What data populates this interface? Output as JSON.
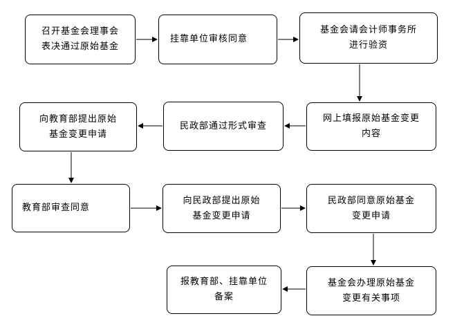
{
  "flowchart": {
    "steps": [
      {
        "id": "s1",
        "text": "召开基金会理事会\n表决通过原始基金"
      },
      {
        "id": "s2",
        "text": "挂靠单位审核同意"
      },
      {
        "id": "s3",
        "text": "基金会请会计师事务所\n进行验资"
      },
      {
        "id": "s4",
        "text": "网上填报原始基金变更\n内容"
      },
      {
        "id": "s5",
        "text": "民政部通过形式审查"
      },
      {
        "id": "s6",
        "text": "向教育部提出原始\n基金变更申请"
      },
      {
        "id": "s7",
        "text": "教育部审查同意"
      },
      {
        "id": "s8",
        "text": "向民政部提出原始\n基金变更申请"
      },
      {
        "id": "s9",
        "text": "民政部同意原始基金\n变更申请"
      },
      {
        "id": "s10",
        "text": "基金会办理原始基金\n变更有关事项"
      },
      {
        "id": "s11",
        "text": "报教育部、挂靠单位\n备案"
      }
    ],
    "arrows": [
      {
        "from": "s1",
        "to": "s2",
        "direction": "right"
      },
      {
        "from": "s2",
        "to": "s3",
        "direction": "right"
      },
      {
        "from": "s3",
        "to": "s4",
        "direction": "down"
      },
      {
        "from": "s4",
        "to": "s5",
        "direction": "left"
      },
      {
        "from": "s5",
        "to": "s6",
        "direction": "left"
      },
      {
        "from": "s6",
        "to": "s7",
        "direction": "down"
      },
      {
        "from": "s7",
        "to": "s8",
        "direction": "right"
      },
      {
        "from": "s8",
        "to": "s9",
        "direction": "right"
      },
      {
        "from": "s9",
        "to": "s10",
        "direction": "down"
      },
      {
        "from": "s10",
        "to": "s11",
        "direction": "left"
      }
    ]
  }
}
